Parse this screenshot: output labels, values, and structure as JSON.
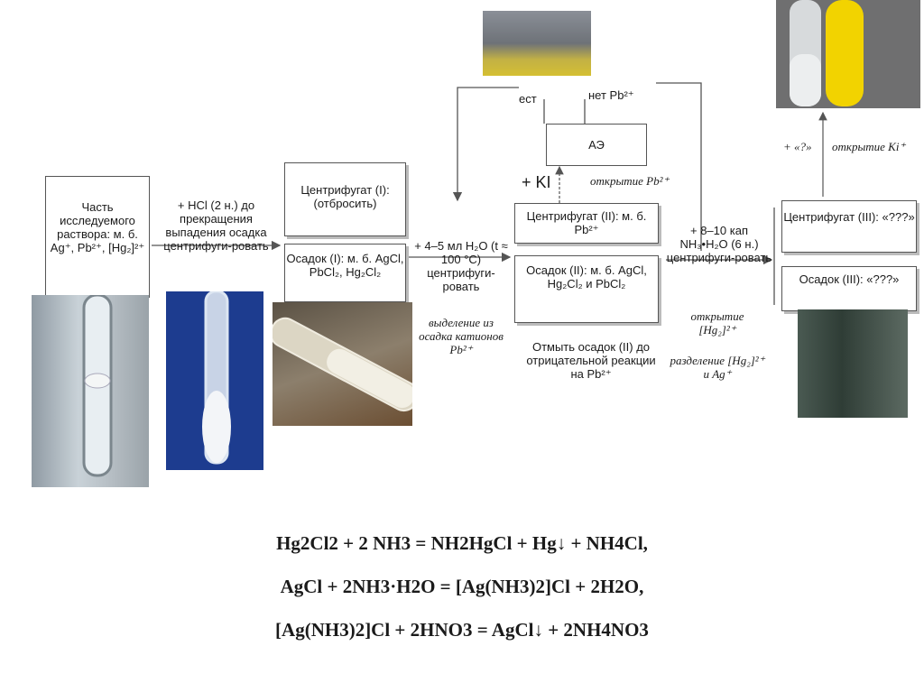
{
  "flow": {
    "start_box": "Часть исследуемого раствора: м. б. Ag⁺, Pb²⁺, [Hg₂]²⁺",
    "step1_label": "+ HCl (2 н.) до прекращения выпадения осадка центрифуги-ровать",
    "centrifugate1": "Центрифугат (I): (отбросить)",
    "precipitate1": "Осадок (I): м. б. AgCl, PbCl₂, Hg₂Cl₂",
    "step2_label": "+ 4–5 мл H₂O (t ≈ 100 °C) центрифуги-ровать",
    "step2_note": "выделение из осадка катионов Pb²⁺",
    "branch_left": "ест",
    "branch_right": "нет Pb²⁺",
    "ae_box": "АЭ",
    "ki_label": "+ KI",
    "ki_note": "открытие Pb²⁺",
    "centrifugate2": "Центрифугат (II): м. б. Pb²⁺",
    "precipitate2": "Осадок (II): м. б. AgCl, Hg₂Cl₂ и PbCl₂",
    "wash_note": "Отмыть осадок (II) до отрицательной реакции на Pb²⁺",
    "step3_label": "+ 8–10 кап NH₃•H₂O (6 н.) центрифуги-ровать",
    "step3_note1": "открытие [Hg₂]²⁺",
    "step3_note2": "разделение [Hg₂]²⁺ и Ag⁺",
    "top_q_label": "+ «?»",
    "top_q_note": "открытие Ki⁺",
    "centrifugate3": "Центрифугат (III): «???»",
    "precipitate3": "Осадок (III): «???»"
  },
  "equations": {
    "eq1": "Hg2Cl2 + 2 NH3 = NH2HgCl + Hg↓ + NH4Cl,",
    "eq2": "AgCl + 2NH3·H2O = [Ag(NH3)2]Cl + 2H2O,",
    "eq3": "[Ag(NH3)2]Cl + 2HNO3 = AgCl↓ + 2NH4NO3"
  }
}
